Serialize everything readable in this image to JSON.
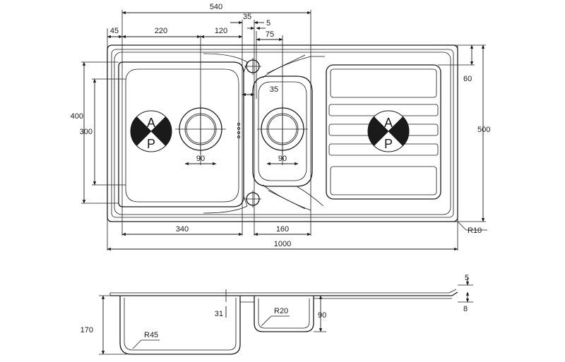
{
  "top_view": {
    "dims": {
      "overall_width": "1000",
      "overall_depth": "500",
      "main_bowl_section": "540",
      "offset_left": "45",
      "main_waste_offset": "220",
      "waste_gap": "120",
      "divider": "35",
      "divider_small": "5",
      "small_offset": "75",
      "small_bowl_gap": "35",
      "drainer_offset": "60",
      "main_bowl_depth": "400",
      "main_bowl_inner_depth": "300",
      "main_waste": "90",
      "small_waste": "90",
      "main_bowl_width": "340",
      "small_bowl_width": "160",
      "corner_radius": "R10"
    },
    "logo_left": {
      "top": "A",
      "bottom": "P"
    },
    "logo_right": {
      "top": "A",
      "bottom": "P"
    }
  },
  "section_view": {
    "dims": {
      "main_depth": "170",
      "small_depth": "90",
      "small_radius": "R20",
      "main_radius": "R45",
      "rim_gap": "31",
      "rim_top": "5",
      "rim_bottom": "8"
    }
  }
}
